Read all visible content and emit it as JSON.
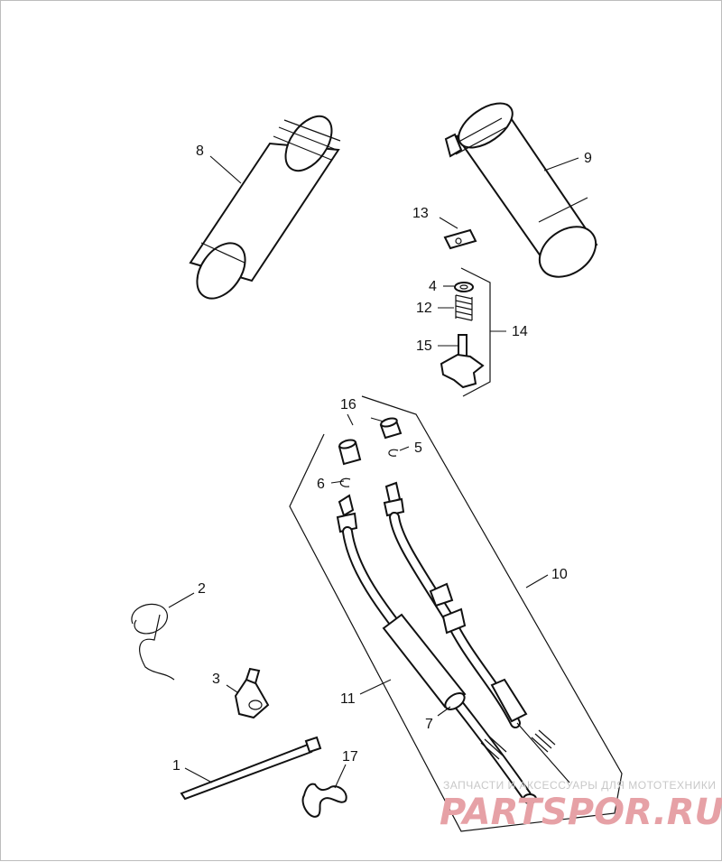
{
  "callouts": {
    "c1": "1",
    "c2": "2",
    "c3": "3",
    "c4": "4",
    "c5": "5",
    "c6": "6",
    "c7": "7",
    "c8": "8",
    "c9": "9",
    "c10": "10",
    "c11": "11",
    "c12": "12",
    "c13": "13",
    "c14": "14",
    "c15": "15",
    "c16": "16",
    "c17": "17"
  },
  "watermark": {
    "tagline": "ЗАПЧАСТИ И АКСЕССУАРЫ ДЛЯ МОТОТЕХНИКИ",
    "brand": "PARTSPOR.RU"
  }
}
